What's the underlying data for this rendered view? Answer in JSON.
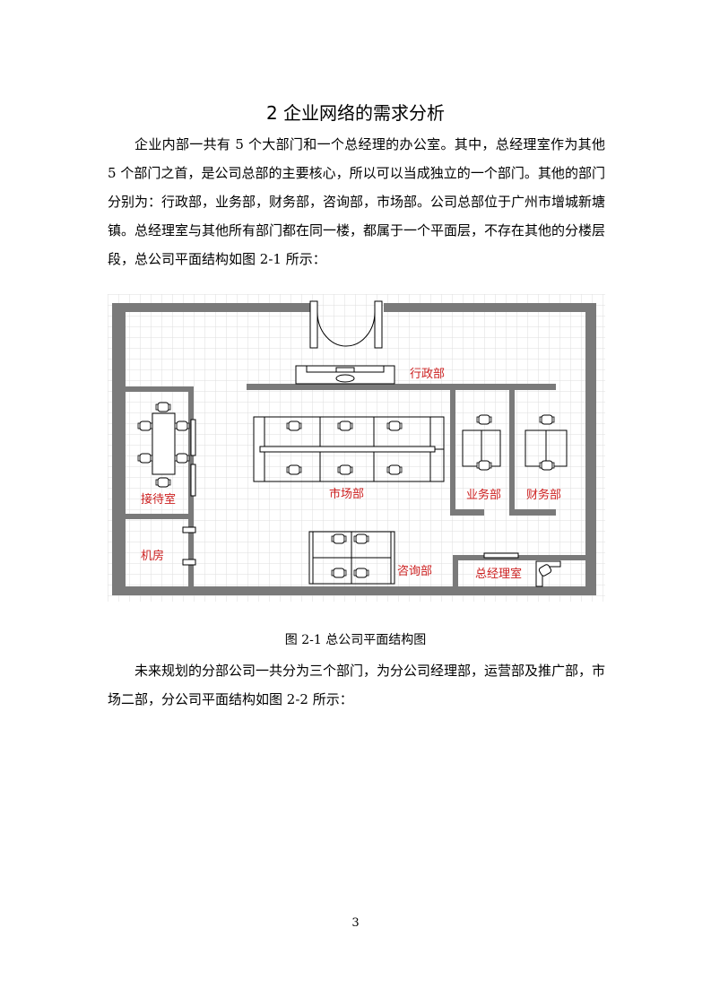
{
  "heading": "2 企业网络的需求分析",
  "paragraph1": "企业内部一共有 5 个大部门和一个总经理的办公室。其中，总经理室作为其他 5 个部门之首，是公司总部的主要核心，所以可以当成独立的一个部门。其他的部门分别为：行政部，业务部，财务部，咨询部，市场部。公司总部位于广州市增城新塘镇。总经理室与其他所有部门都在同一楼，都属于一个平面层，不存在其他的分楼层段，总公司平面结构如图 2-1 所示：",
  "figure": {
    "caption": "图  2-1  总公司平面结构图",
    "rooms": {
      "admin": "行政部",
      "reception": "接待室",
      "market": "市场部",
      "business": "业务部",
      "finance": "财务部",
      "server": "机房",
      "consulting": "咨询部",
      "gm": "总经理室"
    }
  },
  "paragraph2": "未来规划的分部公司一共分为三个部门，为分公司经理部，运营部及推广部，市场二部，分公司平面结构如图 2-2 所示：",
  "page_number": "3",
  "colors": {
    "wall": "#7a7a7a",
    "grid": "#dedede",
    "label": "#cc1f1f"
  }
}
